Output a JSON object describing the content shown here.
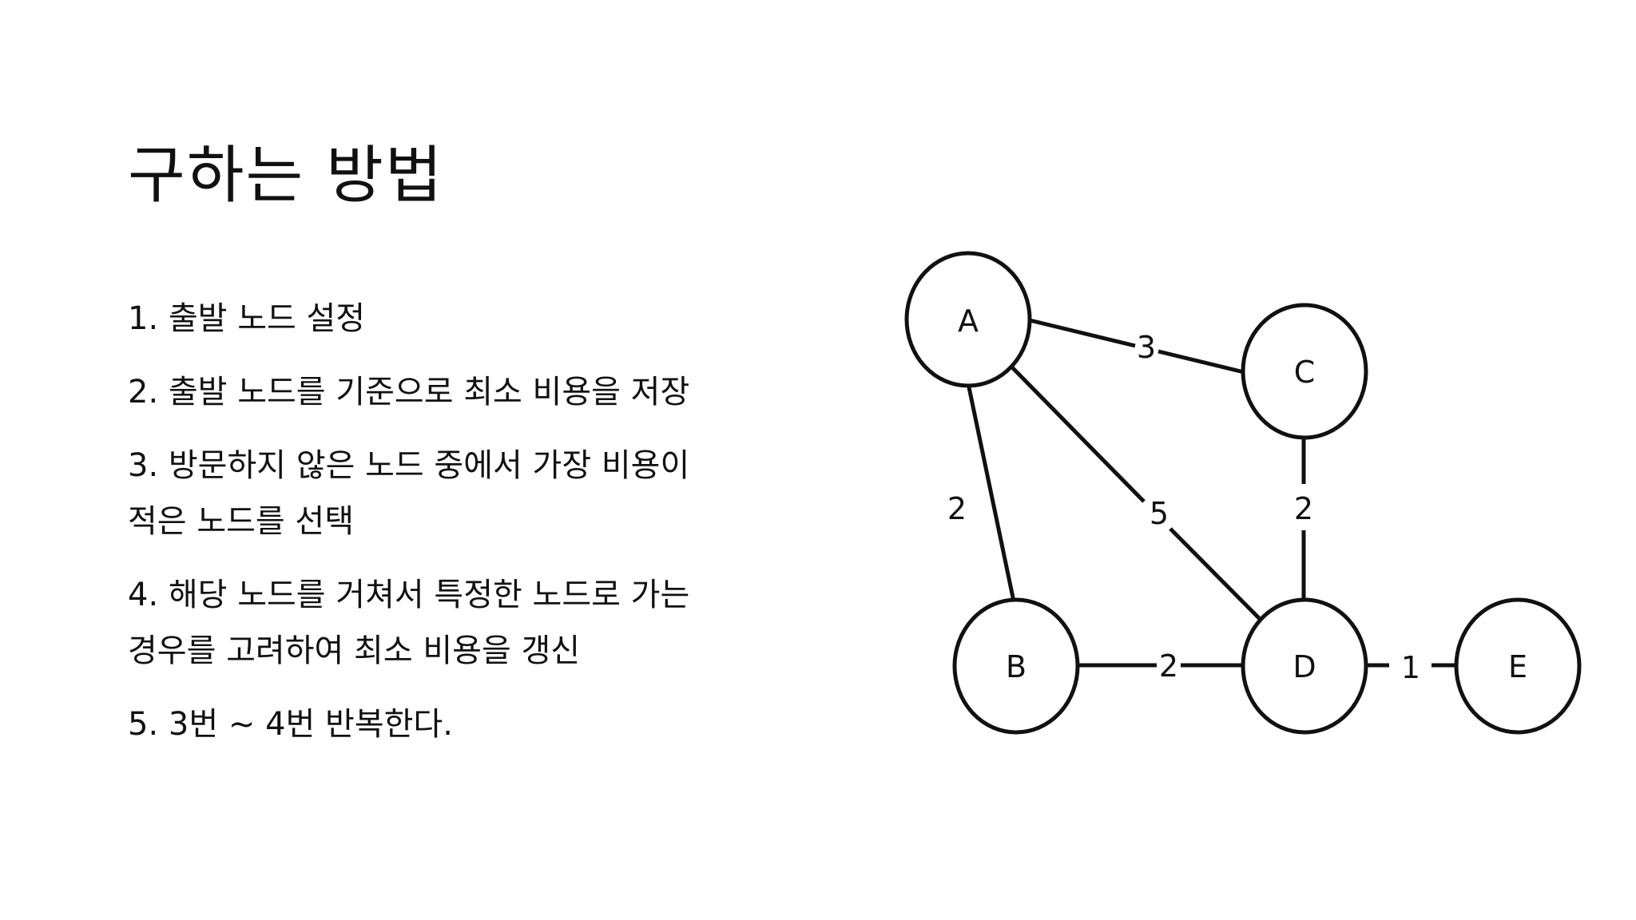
{
  "slide": {
    "title": "구하는 방법",
    "steps": [
      "1. 출발 노드 설정",
      "2. 출발 노드를 기준으로 최소 비용을 저장",
      "3. 방문하지 않은 노드 중에서 가장 비용이 적은 노드를 선택",
      "4. 해당 노드를 거쳐서 특정한 노드로 가는 경우를 고려하여 최소 비용을 갱신",
      "5. 3번 ~ 4번 반복한다."
    ]
  },
  "graph": {
    "nodes": [
      "A",
      "B",
      "C",
      "D",
      "E"
    ],
    "edges": [
      {
        "from": "A",
        "to": "C",
        "weight": "3"
      },
      {
        "from": "A",
        "to": "B",
        "weight": "2"
      },
      {
        "from": "A",
        "to": "D",
        "weight": "5"
      },
      {
        "from": "C",
        "to": "D",
        "weight": "2"
      },
      {
        "from": "B",
        "to": "D",
        "weight": "2"
      },
      {
        "from": "D",
        "to": "E",
        "weight": "1"
      }
    ]
  }
}
